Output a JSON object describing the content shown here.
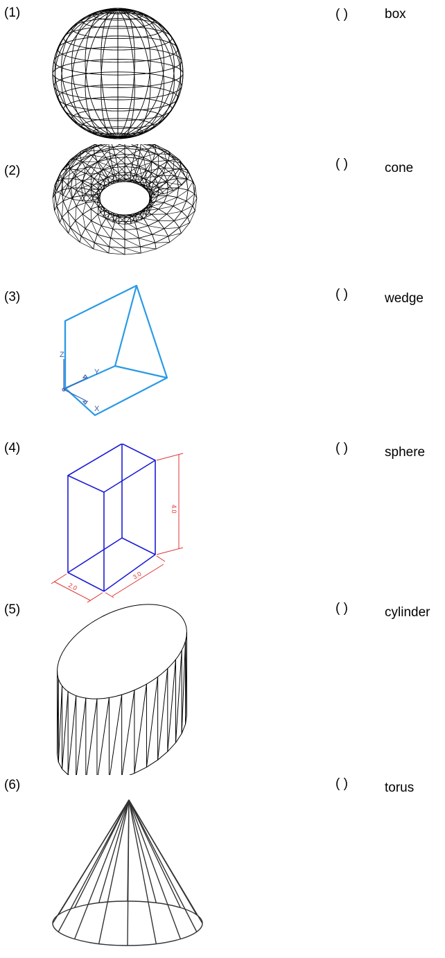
{
  "questions": [
    {
      "num": "(1)",
      "figure": "wireframe sphere"
    },
    {
      "num": "(2)",
      "figure": "wireframe torus"
    },
    {
      "num": "(3)",
      "figure": "wedge with UCS axes"
    },
    {
      "num": "(4)",
      "figure": "dimensioned box"
    },
    {
      "num": "(5)",
      "figure": "faceted elliptical cylinder"
    },
    {
      "num": "(6)",
      "figure": "wireframe cone"
    }
  ],
  "answers": [
    {
      "blank": "(   )",
      "word": "box"
    },
    {
      "blank": "(   )",
      "word": "cone"
    },
    {
      "blank": "(   )",
      "word": "wedge"
    },
    {
      "blank": "(   )",
      "word": "sphere"
    },
    {
      "blank": "(   )",
      "word": "cylinder"
    },
    {
      "blank": "(   )",
      "word": "torus"
    }
  ],
  "wedge_axes": {
    "z": "Z",
    "y": "Y",
    "x": "X"
  },
  "box_dims": {
    "height": "4.0",
    "width": "2.0",
    "depth": "3.0"
  },
  "colors": {
    "wedge": "#2a9ae6",
    "box": "#1a1ad6",
    "dims": "#e03030"
  }
}
